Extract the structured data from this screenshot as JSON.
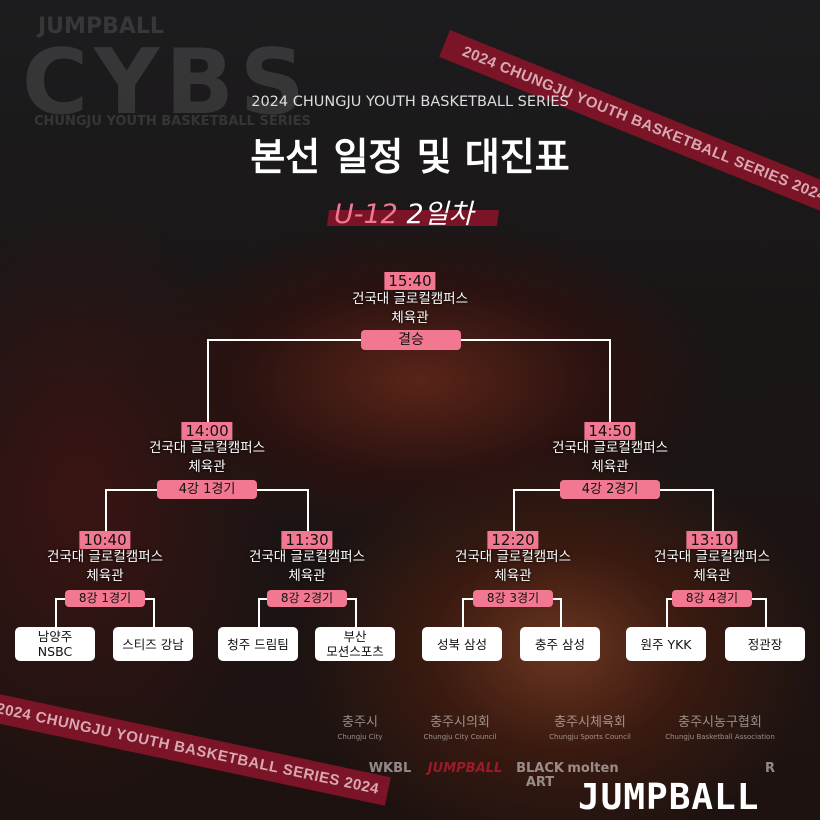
{
  "watermark": {
    "top": "JUMPBALL",
    "big": "CYBS",
    "sub": "CHUNGJU YOUTH BASKETBALL SERIES"
  },
  "banner_text": "2024 CHUNGJU YOUTH BASKETBALL SERIES 2024",
  "header": {
    "subtitle": "2024 CHUNGJU YOUTH BASKETBALL SERIES",
    "title": "본선 일정 및 대진표",
    "division": "U-12",
    "day": "2일차"
  },
  "colors": {
    "accent": "#f27891",
    "banner": "#7a1426"
  },
  "final": {
    "time": "15:40",
    "venue": [
      "건국대 글로컬캠퍼스",
      "체육관"
    ],
    "label": "결승"
  },
  "semis": [
    {
      "time": "14:00",
      "venue": [
        "건국대 글로컬캠퍼스",
        "체육관"
      ],
      "label": "4강 1경기"
    },
    {
      "time": "14:50",
      "venue": [
        "건국대 글로컬캠퍼스",
        "체육관"
      ],
      "label": "4강 2경기"
    }
  ],
  "quarters": [
    {
      "time": "10:40",
      "venue": [
        "건국대 글로컬캠퍼스",
        "체육관"
      ],
      "label": "8강 1경기",
      "teams": [
        [
          "남양주",
          "NSBC"
        ],
        [
          "스티즈 강남"
        ]
      ]
    },
    {
      "time": "11:30",
      "venue": [
        "건국대 글로컬캠퍼스",
        "체육관"
      ],
      "label": "8강 2경기",
      "teams": [
        [
          "청주 드림팀"
        ],
        [
          "부산",
          "모션스포츠"
        ]
      ]
    },
    {
      "time": "12:20",
      "venue": [
        "건국대 글로컬캠퍼스",
        "체육관"
      ],
      "label": "8강 3경기",
      "teams": [
        [
          "성북 삼성"
        ],
        [
          "충주 삼성"
        ]
      ]
    },
    {
      "time": "13:10",
      "venue": [
        "건국대 글로컬캠퍼스",
        "체육관"
      ],
      "label": "8강 4경기",
      "teams": [
        [
          "원주 YKK"
        ],
        [
          "정관장"
        ]
      ]
    }
  ],
  "sponsors": {
    "row1": [
      {
        "name": "충주시",
        "en": "Chungju City"
      },
      {
        "name": "충주시의회",
        "en": "Chungju City Council"
      },
      {
        "name": "충주시체육회",
        "en": "Chungju Sports Council"
      },
      {
        "name": "충주시농구협회",
        "en": "Chungju Basketball Association"
      }
    ],
    "row2": [
      "WKBL",
      "JUMPBALL",
      "BLACK ART",
      "molten",
      "R"
    ]
  },
  "footer_logo": "JUMPBALL"
}
